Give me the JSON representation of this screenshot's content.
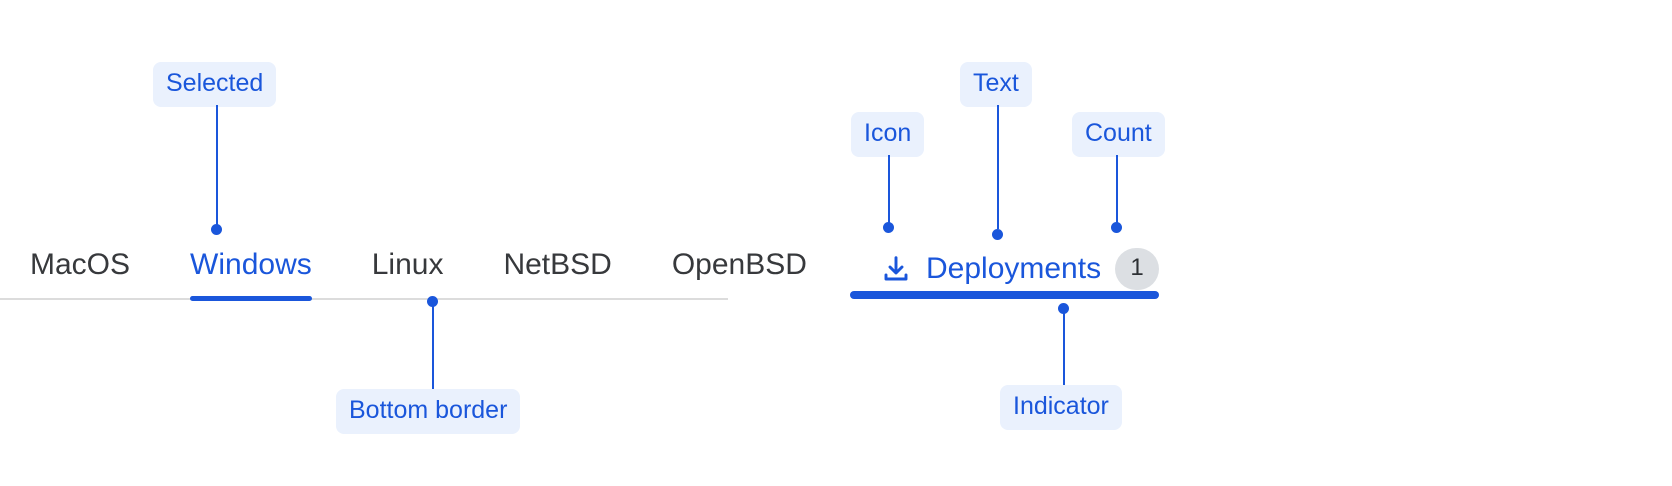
{
  "left_group": {
    "tabs": [
      {
        "label": "MacOS",
        "selected": false
      },
      {
        "label": "Windows",
        "selected": true
      },
      {
        "label": "Linux",
        "selected": false
      },
      {
        "label": "NetBSD",
        "selected": false
      },
      {
        "label": "OpenBSD",
        "selected": false
      }
    ],
    "annotations": {
      "selected": "Selected",
      "bottom_border": "Bottom border"
    }
  },
  "right_group": {
    "tab": {
      "icon": "download-icon",
      "text": "Deployments",
      "count": "1"
    },
    "annotations": {
      "icon": "Icon",
      "text": "Text",
      "count": "Count",
      "indicator": "Indicator"
    }
  },
  "colors": {
    "accent": "#1a56db",
    "badge_bg": "#eaf1fd",
    "tab_text": "#37393c",
    "border": "#dcdcdc",
    "count_bg": "#dcdfe3"
  }
}
